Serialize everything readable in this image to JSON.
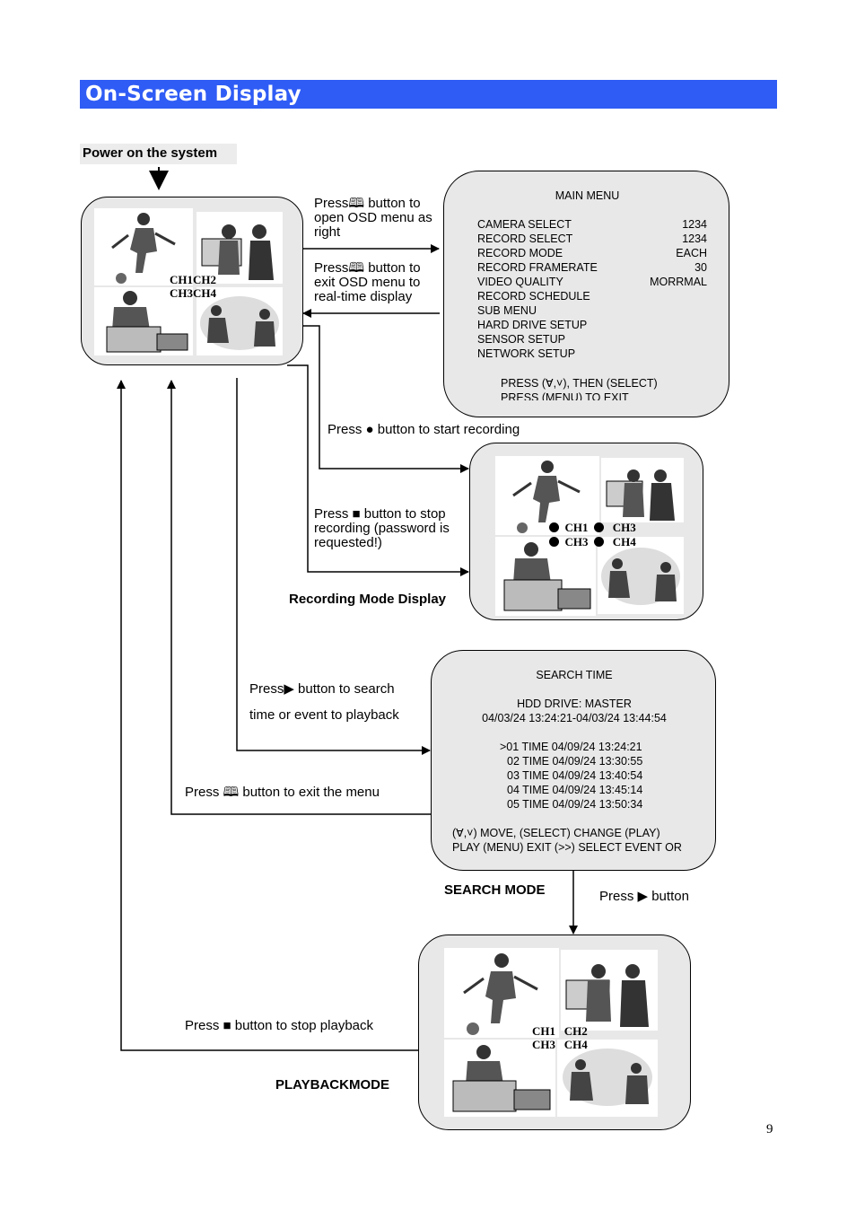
{
  "page_title": "On-Screen Display",
  "power_on": "Power on the system",
  "main_menu": {
    "heading": "MAIN MENU",
    "items": [
      {
        "label": "CAMERA SELECT",
        "value": "1234"
      },
      {
        "label": "RECORD SELECT",
        "value": "1234"
      },
      {
        "label": "RECORD MODE",
        "value": "EACH"
      },
      {
        "label": "RECORD FRAMERATE",
        "value": "30"
      },
      {
        "label": "VIDEO QUALITY",
        "value": "MORRMAL"
      },
      {
        "label": "RECORD SCHEDULE",
        "value": ""
      },
      {
        "label": "SUB MENU",
        "value": ""
      },
      {
        "label": "HARD DRIVE SETUP",
        "value": ""
      },
      {
        "label": "SENSOR SETUP",
        "value": ""
      },
      {
        "label": "NETWORK SETUP",
        "value": ""
      }
    ],
    "footer1": "PRESS (Ɐ,˅), THEN (SELECT)",
    "footer2": "PRESS (MENU) TO EXIT"
  },
  "labels": {
    "open_osd": [
      "Press🕮 button to",
      "open OSD menu as",
      "right"
    ],
    "exit_osd": [
      "Press🕮 button to",
      "exit OSD menu to",
      "real-time display"
    ],
    "start_rec": "Press ● button to start recording",
    "stop_rec": [
      "Press ■ button to stop",
      "recording (password is",
      "requested!)"
    ],
    "recording_mode": "Recording Mode Display",
    "search_1": "Press▶ button to search",
    "search_2": "time or event to playback",
    "exit_menu": "Press 🕮 button to exit the menu",
    "search_mode": "SEARCH MODE",
    "press_play": "Press ▶ button",
    "stop_playback": "Press ■ button to stop playback",
    "playback_mode": "PLAYBACKMODE"
  },
  "search_time": {
    "heading": "SEARCH TIME",
    "drive": "HDD DRIVE: MASTER",
    "range": "04/03/24 13:24:21-04/03/24 13:44:54",
    "entries": [
      ">01 TIME 04/09/24 13:24:21",
      "02 TIME 04/09/24 13:30:55",
      "03 TIME 04/09/24 13:40:54",
      "04 TIME 04/09/24 13:45:14",
      "05 TIME 04/09/24 13:50:34"
    ],
    "footer1": "(Ɐ,˅) MOVE, (SELECT) CHANGE (PLAY)",
    "footer2": "PLAY (MENU) EXIT (>>) SELECT EVENT OR"
  },
  "channels": {
    "ch1": "CH1",
    "ch2": "CH2",
    "ch3": "CH3",
    "ch4": "CH4",
    "ch1ch2": "CH1CH2",
    "ch3ch4": "CH3CH4"
  },
  "page_number": "9"
}
